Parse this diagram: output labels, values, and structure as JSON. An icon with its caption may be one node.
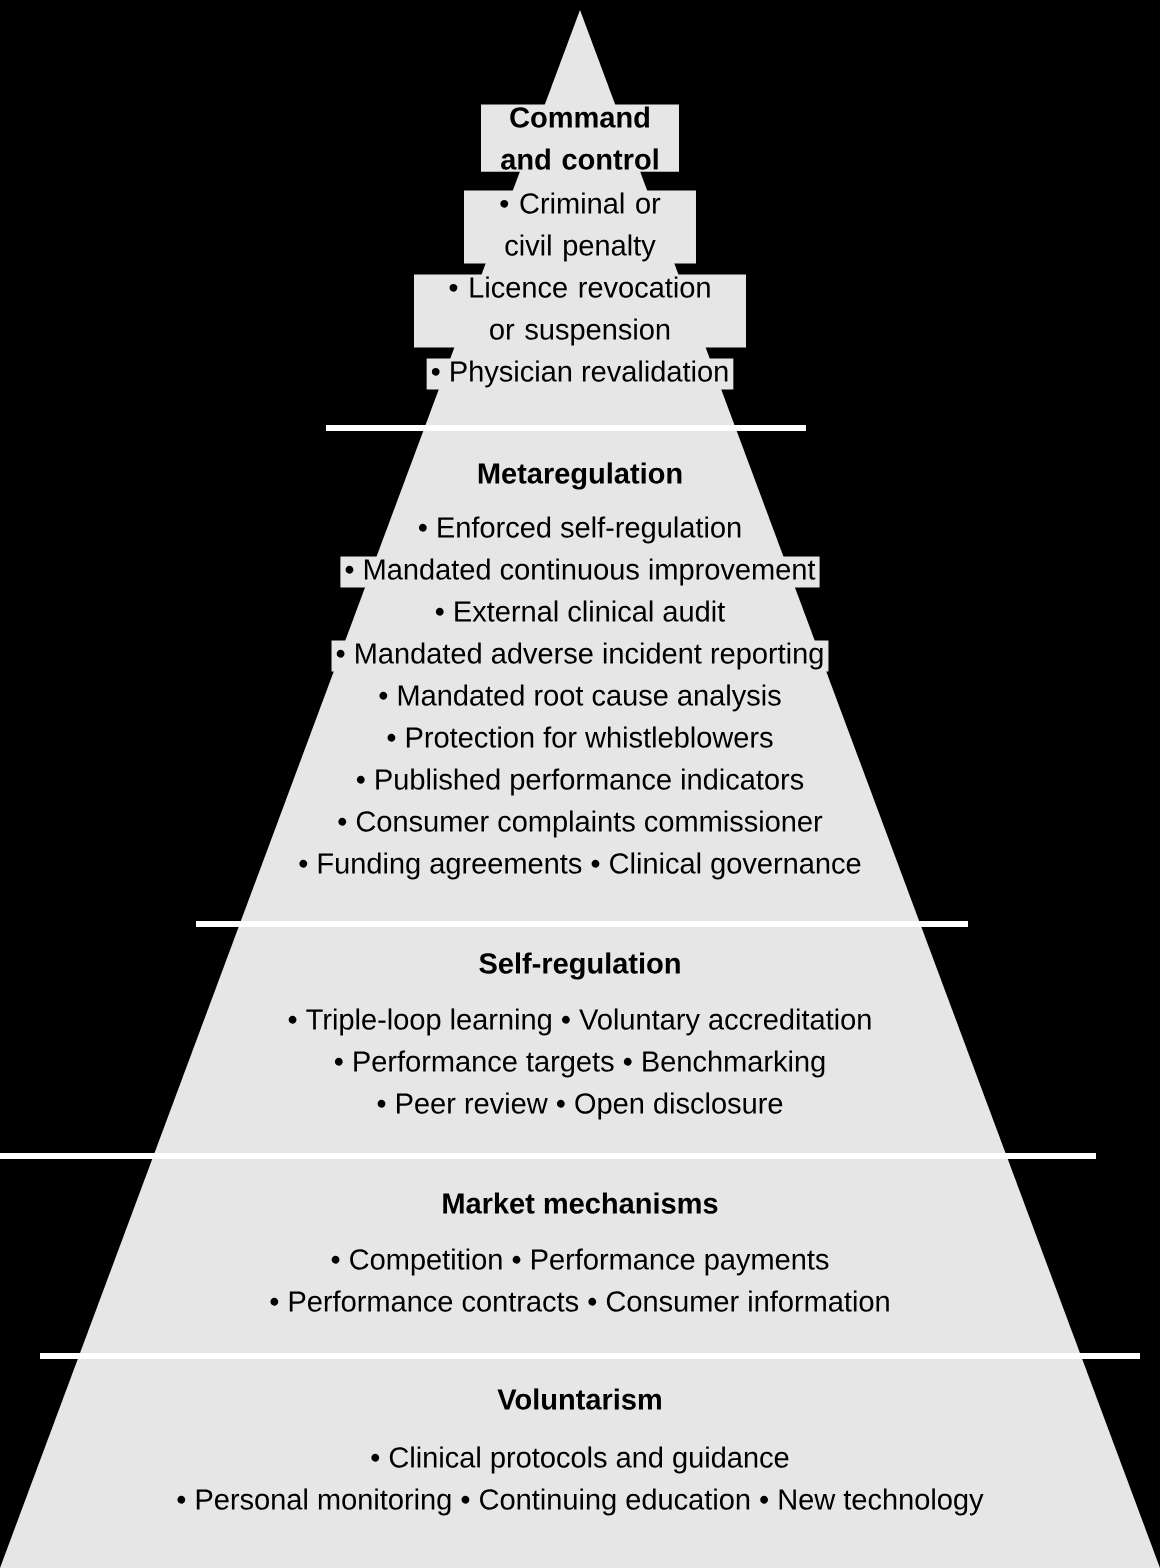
{
  "diagram": {
    "nodes": [
      {
        "text": [
          "Command and control",
          "• Criminal or civil penalty",
          "• Licence revocation or suspension",
          "• Physician revalidation"
        ]
      },
      {
        "text": [
          "Metaregulation",
          "• Enforced self-regulation",
          "• Mandated continuous improvement",
          "• External clinical audit",
          "• Mandated adverse incident reporting",
          "• Mandated root cause analysis",
          "• Protection for whistleblowers",
          "• Published performance indicators",
          "• Consumer complaints commissioner",
          "• Funding agreements • Clinical governance"
        ]
      },
      {
        "text": [
          "Self-regulation",
          "• Triple-loop learning • Voluntary accreditation",
          "• Performance targets • Benchmarking",
          "• Peer review • Open disclosure"
        ]
      },
      {
        "text": [
          "Market mechanisms",
          "• Competition • Performance payments",
          "• Performance contracts • Consumer information"
        ]
      },
      {
        "text": [
          "Voluntarism",
          "• Clinical protocols and guidance",
          "• Personal monitoring • Continuing education • New technology"
        ]
      }
    ]
  }
}
